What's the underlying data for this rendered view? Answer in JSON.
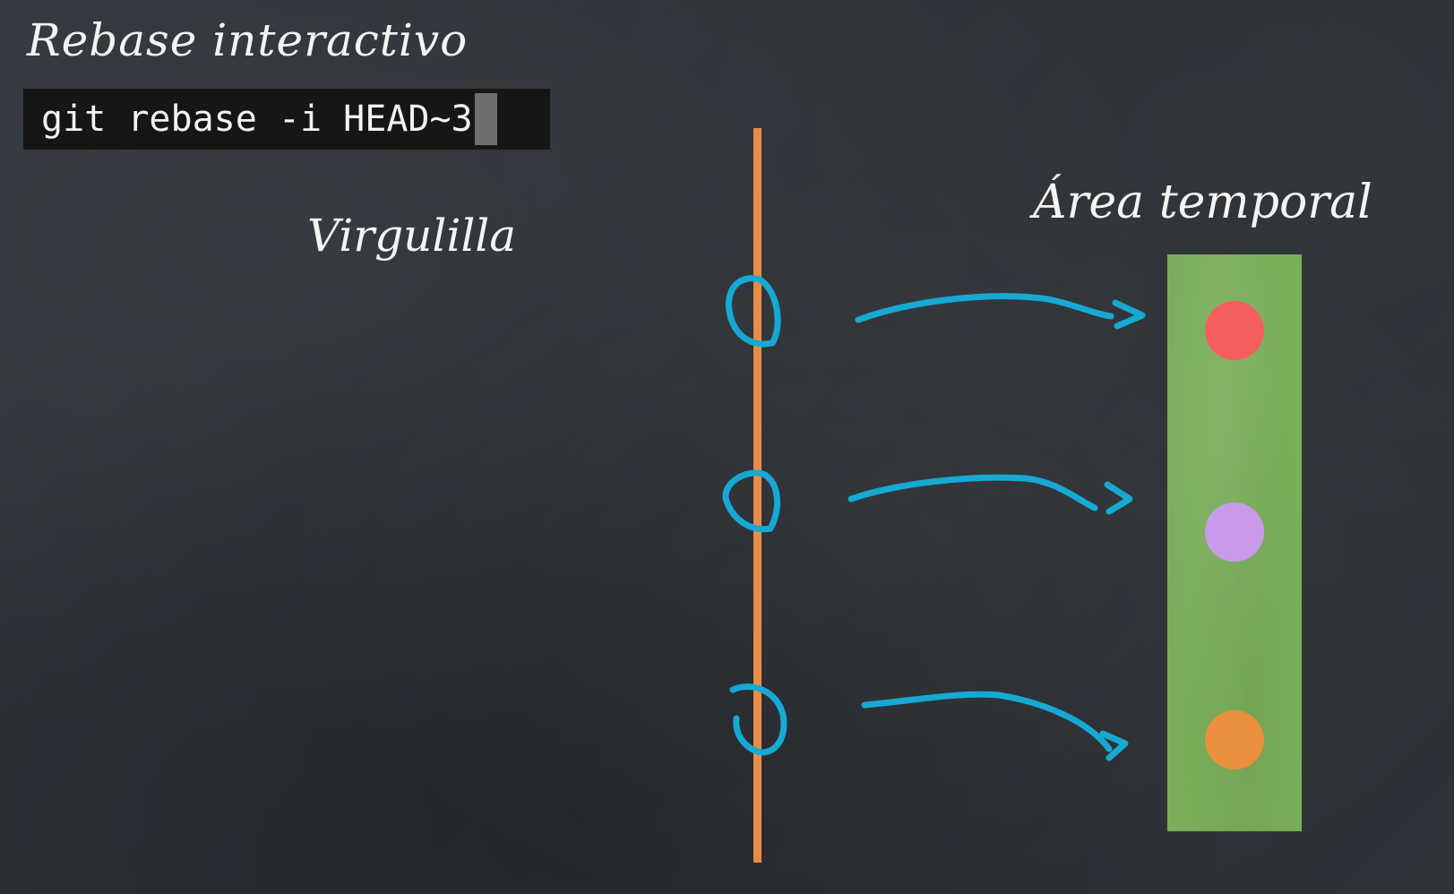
{
  "title": "Rebase interactivo",
  "command": "git rebase -i HEAD~3",
  "tilde_label": "Virgulilla",
  "area_label": "Área temporal",
  "colors": {
    "timeline": "#e98c46",
    "annotation": "#16a9d3",
    "staging_area": "#7aae5a",
    "commit_red": "#f45f5e",
    "commit_purple": "#c99ae9",
    "commit_orange": "#ea8f3d"
  },
  "commits": [
    {
      "name": "commit-red",
      "color": "#f45f5e"
    },
    {
      "name": "commit-purple",
      "color": "#c99ae9"
    },
    {
      "name": "commit-orange",
      "color": "#ea8f3d"
    }
  ]
}
